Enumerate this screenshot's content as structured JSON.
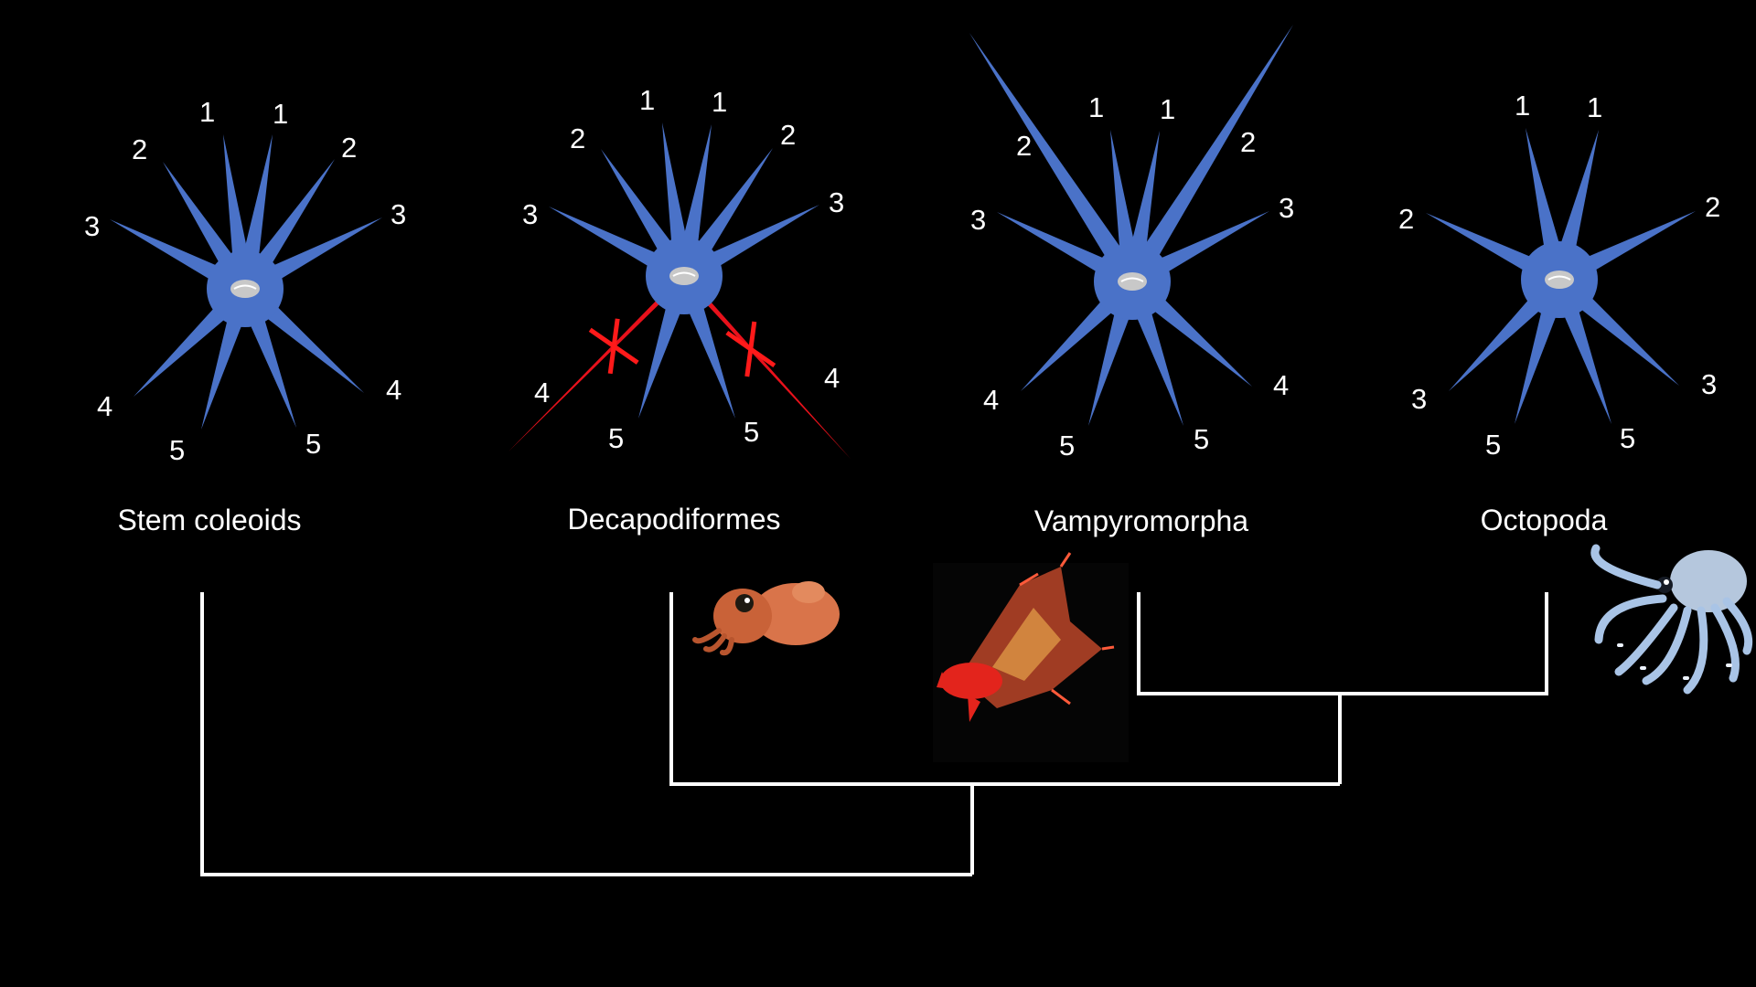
{
  "colors": {
    "background": "#000000",
    "arm": "#4a72c8",
    "center": "#4a72c8",
    "mouth": "#c8c8c8",
    "lost_arm": "#e8111b",
    "cross": "#ff1a1a",
    "tree": "#ffffff",
    "label": "#ffffff"
  },
  "groups": [
    {
      "name": "Stem coleoids",
      "arms": [
        "1",
        "1",
        "2",
        "2",
        "3",
        "3",
        "4",
        "4",
        "5",
        "5"
      ],
      "lost_arms": [],
      "icon": ""
    },
    {
      "name": "Decapodiformes",
      "arms": [
        "1",
        "1",
        "2",
        "2",
        "3",
        "3",
        "4",
        "4",
        "5",
        "5"
      ],
      "lost_arms": [
        "4",
        "4"
      ],
      "icon": "bobtail-squid-photo"
    },
    {
      "name": "Vampyromorpha",
      "arms": [
        "1",
        "1",
        "2",
        "2",
        "3",
        "3",
        "4",
        "4",
        "5",
        "5"
      ],
      "lost_arms": [],
      "icon": "vampire-squid-photo"
    },
    {
      "name": "Octopoda",
      "arms": [
        "1",
        "1",
        "2",
        "2",
        "3",
        "3",
        "5",
        "5"
      ],
      "lost_arms": [],
      "icon": "octopus-photo"
    }
  ],
  "tree": {
    "topology": "(Stem coleoids,(Decapodiformes,(Vampyromorpha,Octopoda)))"
  }
}
